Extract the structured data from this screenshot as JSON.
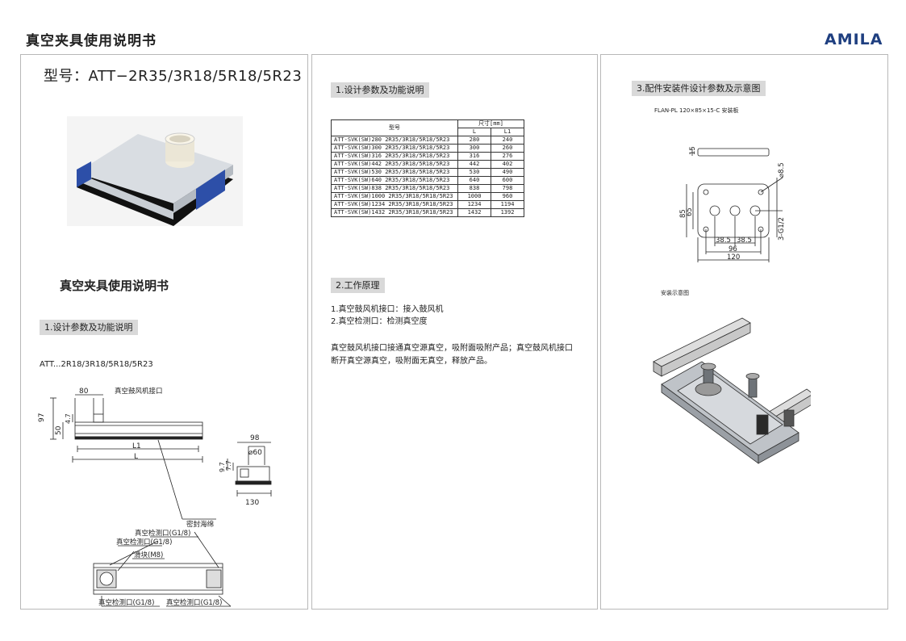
{
  "header": {
    "title": "真空夹具使用说明书",
    "brand": "AMILA"
  },
  "panel1": {
    "model_line": "型号：ATT−2R35/3R18/5R18/5R23",
    "subtitle": "真空夹具使用说明书",
    "section1": "1.设计参数及功能说明",
    "model_caption": "ATT...2R18/3R18/5R18/5R23",
    "dims": {
      "d80": "80",
      "d97": "97",
      "d50": "50",
      "d47": "4.7",
      "d98": "98",
      "d60": "⌀60",
      "d97b": "9.7",
      "d77": "7.7",
      "d130": "130",
      "L1": "L1",
      "L": "L"
    },
    "labels": {
      "blower": "真空鼓风机接口",
      "seal": "密封海绵",
      "detect1": "真空检测口(G1/8)",
      "detect2": "真空检测口(G1/8)",
      "slider": "滑块(M8)",
      "detect3": "真空检测口(G1/8)",
      "detect4": "真空检测口(G1/8)"
    }
  },
  "panel2": {
    "section1": "1.设计参数及功能说明",
    "table": {
      "h_model": "型号",
      "h_size": "尺寸[mm]",
      "h_L": "L",
      "h_L1": "L1",
      "rows": [
        [
          "ATT-SVK(SW)280 2R35/3R18/5R18/5R23",
          "280",
          "240"
        ],
        [
          "ATT-SVK(SW)300 2R35/3R18/5R18/5R23",
          "300",
          "260"
        ],
        [
          "ATT-SVK(SW)316 2R35/3R18/5R18/5R23",
          "316",
          "276"
        ],
        [
          "ATT-SVK(SW)442 2R35/3R18/5R18/5R23",
          "442",
          "402"
        ],
        [
          "ATT-SVK(SW)530 2R35/3R18/5R18/5R23",
          "530",
          "490"
        ],
        [
          "ATT-SVK(SW)640 2R35/3R18/5R18/5R23",
          "640",
          "600"
        ],
        [
          "ATT-SVK(SW)838 2R35/3R18/5R18/5R23",
          "838",
          "798"
        ],
        [
          "ATT-SVK(SW)1000 2R35/3R18/5R18/5R23",
          "1000",
          "960"
        ],
        [
          "ATT-SVK(SW)1234 2R35/3R18/5R18/5R23",
          "1234",
          "1194"
        ],
        [
          "ATT-SVK(SW)1432 2R35/3R18/5R18/5R23",
          "1432",
          "1392"
        ]
      ]
    },
    "section2": "2.工作原理",
    "line1": "1.真空鼓风机接口：接入鼓风机",
    "line2": "2.真空检测口：检测真空度",
    "para_a": "真空鼓风机接口接通真空源真空，吸附面吸附产品；真空鼓风机接口",
    "para_b": "断开真空源真空，吸附面无真空，释放产品。"
  },
  "panel3": {
    "section3": "3.配件安装件设计参数及示意图",
    "plate_caption": "FLAN-PL 120×85×15-C 安装板",
    "dims": {
      "d15": "15",
      "d85": "85",
      "d65": "65",
      "d385a": "38.5",
      "d385b": "38.5",
      "d96": "96",
      "d120": "120",
      "d85h": "⌀8.5",
      "g12": "3-G1/2"
    },
    "install_caption": "安装示意图"
  }
}
